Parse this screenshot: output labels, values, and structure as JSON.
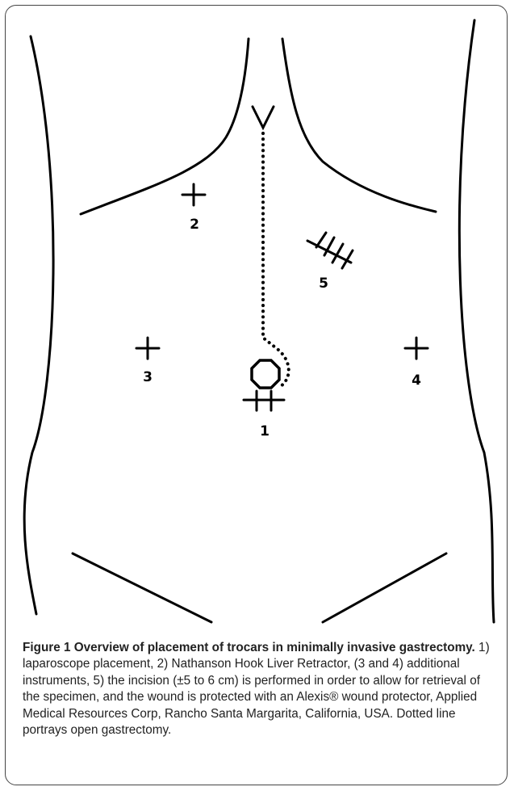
{
  "diagram": {
    "trocar_labels": [
      "1",
      "2",
      "3",
      "4",
      "5"
    ]
  },
  "caption": {
    "title": "Figure 1 Overview of placement of trocars in minimally invasive gastrectomy.",
    "body": " 1) laparoscope placement, 2) Nathanson Hook Liver Retractor, (3 and 4) additional instruments, 5) the incision (±5 to 6 cm) is performed in order to allow for retrieval of the specimen, and the wound is protected with an Alexis® wound protector, Applied Medical Resources Corp, Rancho Santa Margarita, California, USA. Dotted line portrays open gastrectomy."
  }
}
